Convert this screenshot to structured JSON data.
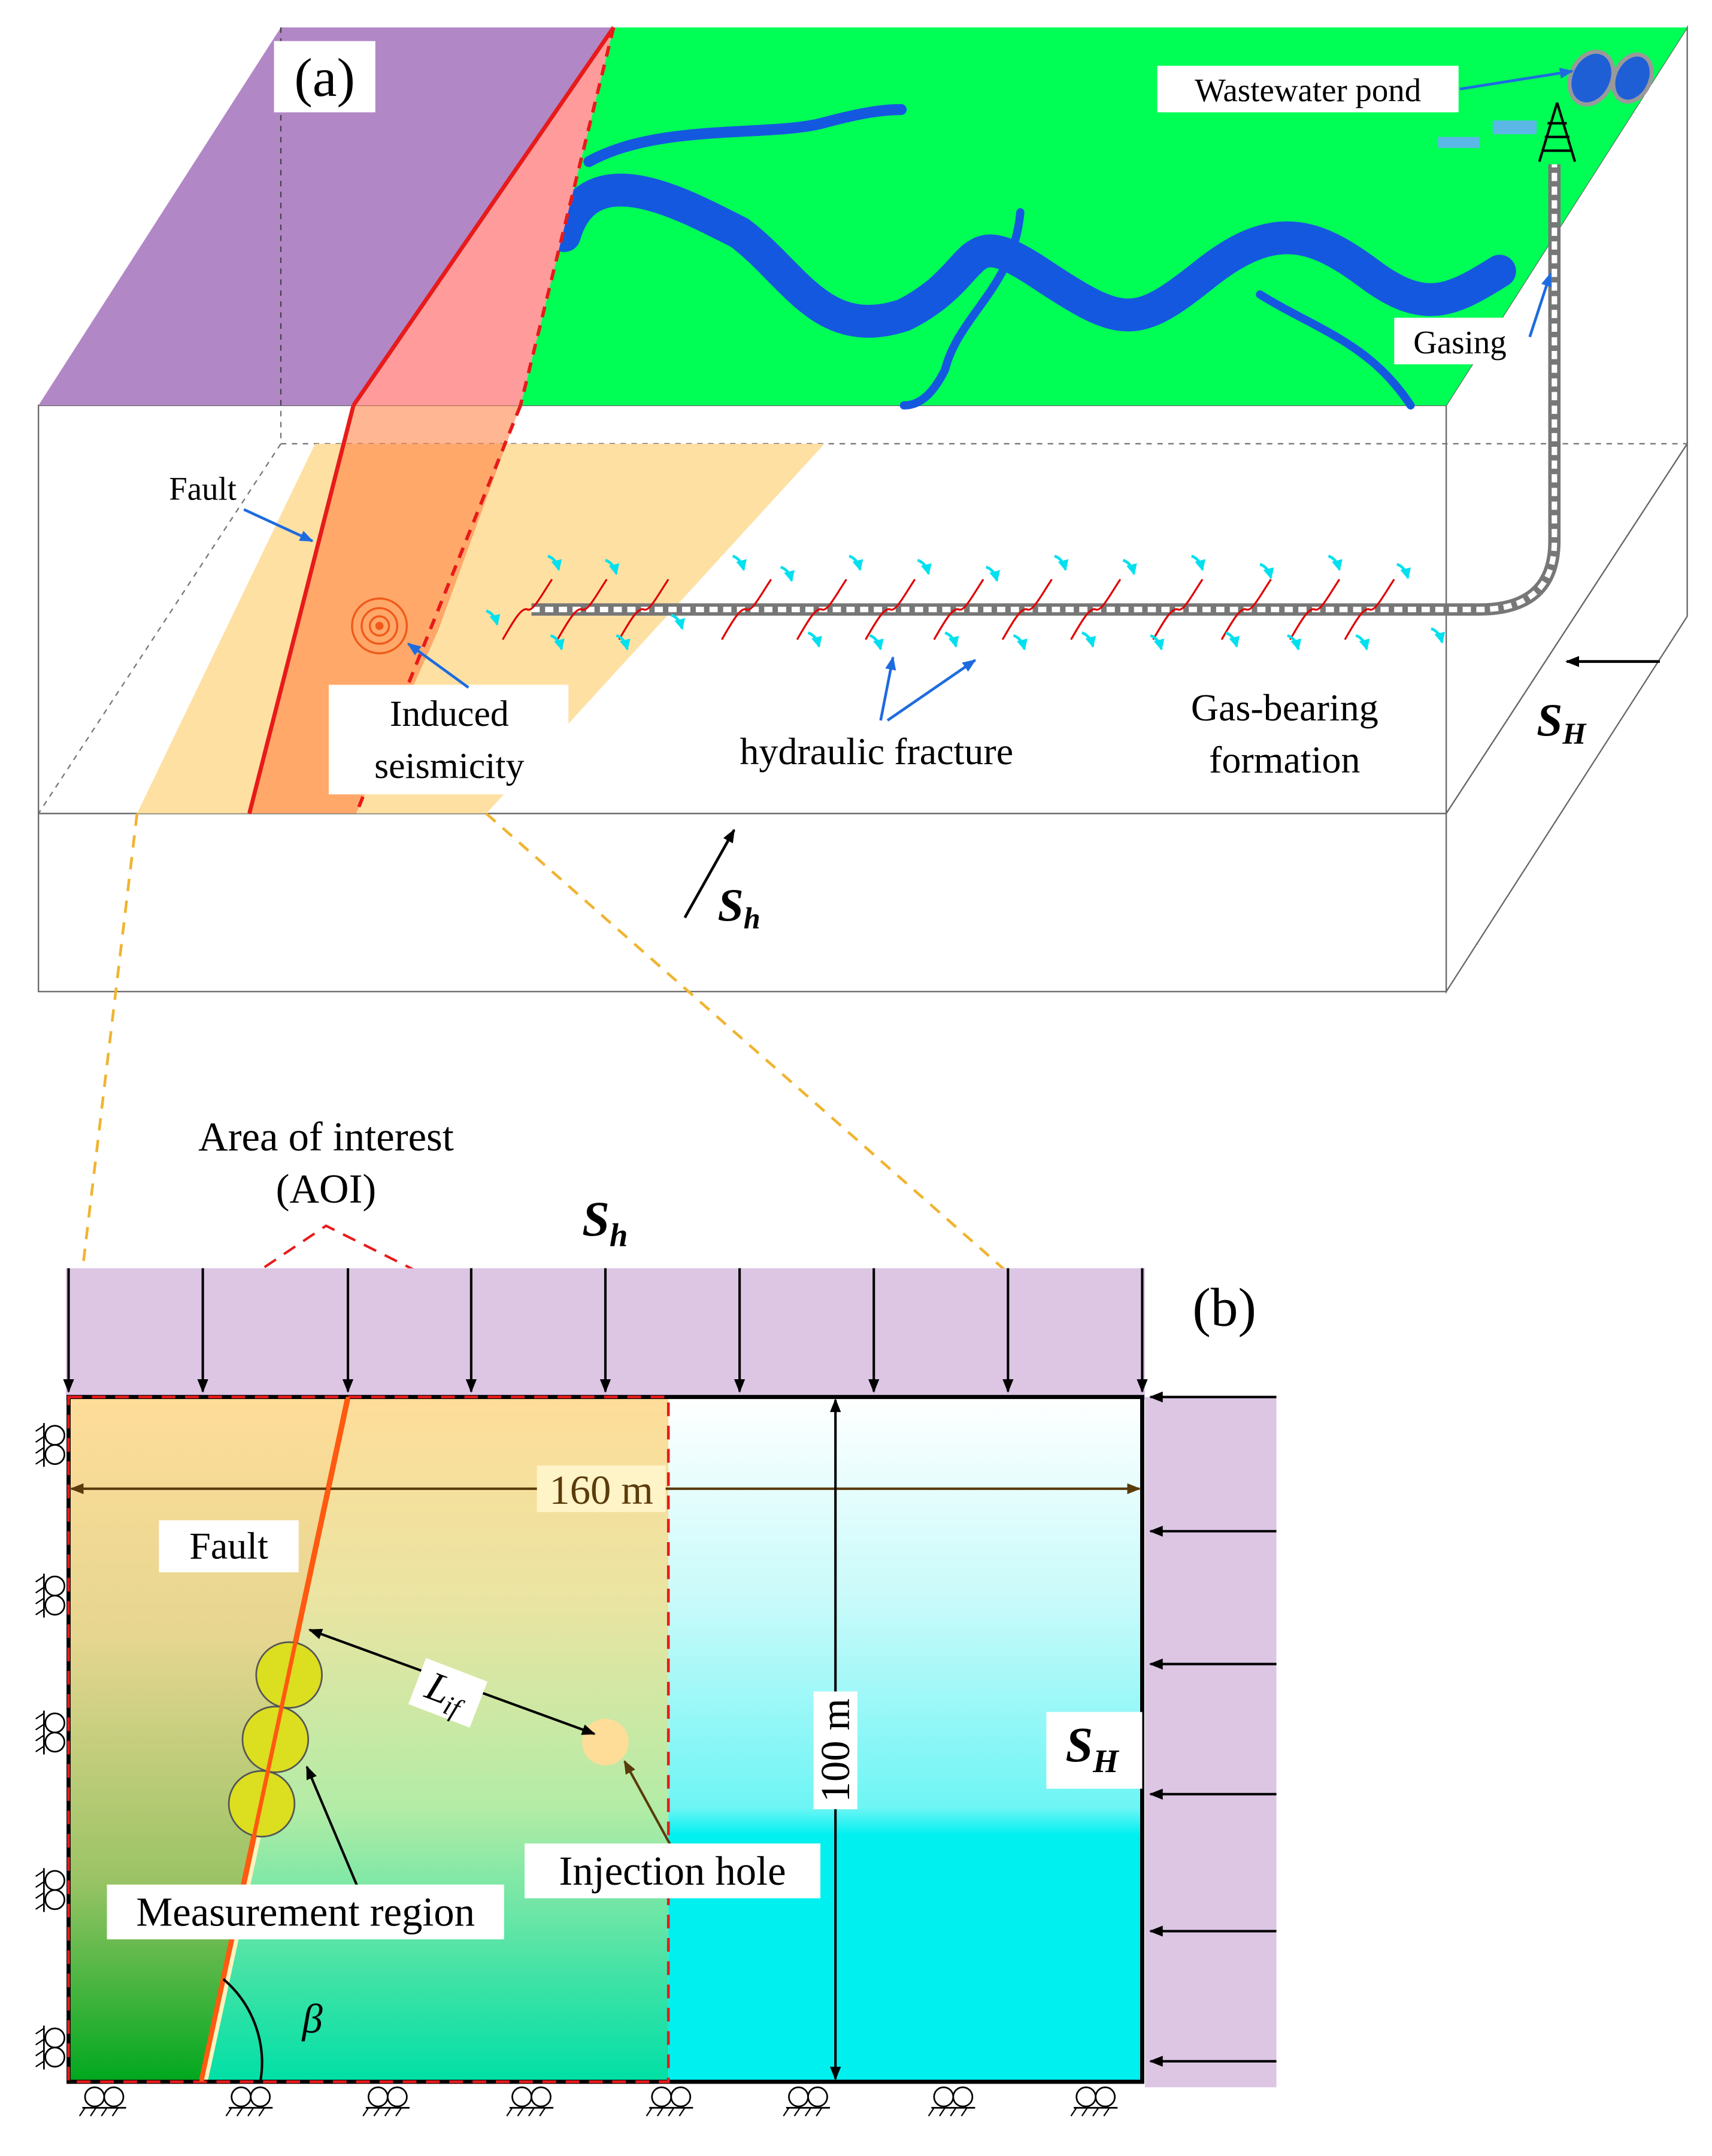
{
  "panel_a": {
    "label": "(a)",
    "wastewater_label": "Wastewater pond",
    "casing_label": "Gasing",
    "fault_label": "Fault",
    "seismicity_line1": "Induced",
    "seismicity_line2": "seismicity",
    "fracture_label": "hydraulic fracture",
    "formation_line1": "Gas-bearing",
    "formation_line2": "formation",
    "stress_H_main": "S",
    "stress_H_sub": "H",
    "stress_h_main": "S",
    "stress_h_sub": "h"
  },
  "panel_b": {
    "label": "(b)",
    "aoi_line1": "Area of interest",
    "aoi_line2": "(AOI)",
    "stress_h_main": "S",
    "stress_h_sub": "h",
    "stress_H_main": "S",
    "stress_H_sub": "H",
    "width_label": "160 m",
    "height_label": "100 m",
    "fault_label": "Fault",
    "distance_main": "L",
    "distance_sub": "if",
    "injection_label": "Injection hole",
    "measurement_label": "Measurement region",
    "angle_label": "β"
  },
  "colors": {
    "green_surface": "#00ff55",
    "purple_block": "#b287c6",
    "fault_plane": "#ff9b9b",
    "fault_line": "#e81a1a",
    "aoi_zone": "#fedd99",
    "river": "#1558e0",
    "fracture_red": "#e00000",
    "flow_cyan": "#00e0ee",
    "stress_purple": "#dcc6e4",
    "cyan_bottom": "#00f0f0",
    "circle_yellow": "#dcde20"
  }
}
